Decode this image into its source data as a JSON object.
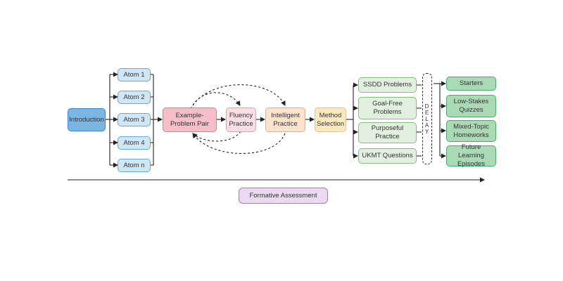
{
  "nodes": {
    "introduction": "Introduction",
    "atom1": "Atom 1",
    "atom2": "Atom 2",
    "atom3": "Atom 3",
    "atom4": "Atom 4",
    "atomn": "Atom n",
    "example_problem_pair": "Example-Problem Pair",
    "fluency_practice": "Fluency Practice",
    "intelligent_practice": "Intelligent Practice",
    "method_selection": "Method Selection",
    "ssdd_problems": "SSDD Problems",
    "goal_free_problems": "Goal-Free Problems",
    "purposeful_practice": "Purposeful Practice",
    "ukmt_questions": "UKMT Questions",
    "starters": "Starters",
    "low_stakes_quizzes": "Low-Stakes Quizzes",
    "mixed_topic_homeworks": "Mixed-Topic Homeworks",
    "future_learning_episodes": "Future Learning Episodes",
    "formative_assessment": "Formative Assessment"
  },
  "delay_label": "DELAY"
}
